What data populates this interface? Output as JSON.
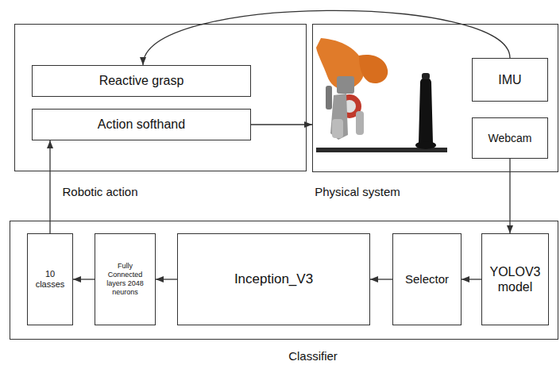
{
  "diagram": {
    "nodes": [
      {
        "text": [
          "Robotic action"
        ]
      },
      {
        "text": [
          "Reactive grasp"
        ],
        "in": 0
      },
      {
        "text": [
          "Action softhand"
        ],
        "in": 0
      },
      {
        "text": [
          "Physical system"
        ]
      },
      {
        "text": [
          "IMU"
        ],
        "in": 3
      },
      {
        "text": [
          "Webcam"
        ],
        "in": 3
      },
      {
        "text": [
          "Classifier"
        ]
      },
      {
        "text": [
          "10 classes"
        ],
        "in": 6
      },
      {
        "text": [
          "Fully Connected layers 2048 neurons"
        ],
        "in": 6
      },
      {
        "text": [
          "Inception_V3"
        ],
        "in": 6
      },
      {
        "text": [
          "Selector"
        ],
        "in": 6
      },
      {
        "text": [
          "YOLOV3 model"
        ],
        "in": 6
      }
    ],
    "edges": [
      {
        "from": 4,
        "to": 1,
        "arrow": "to"
      },
      {
        "from": 2,
        "to": 3,
        "arrow": "to"
      },
      {
        "from": 5,
        "to": 11,
        "arrow": "to"
      },
      {
        "from": 11,
        "to": 10,
        "arrow": "to"
      },
      {
        "from": 10,
        "to": 9,
        "arrow": "to"
      },
      {
        "from": 9,
        "to": 8,
        "arrow": "to"
      },
      {
        "from": 8,
        "to": 7,
        "arrow": "to"
      },
      {
        "from": 7,
        "to": 2,
        "arrow": "to"
      }
    ]
  }
}
